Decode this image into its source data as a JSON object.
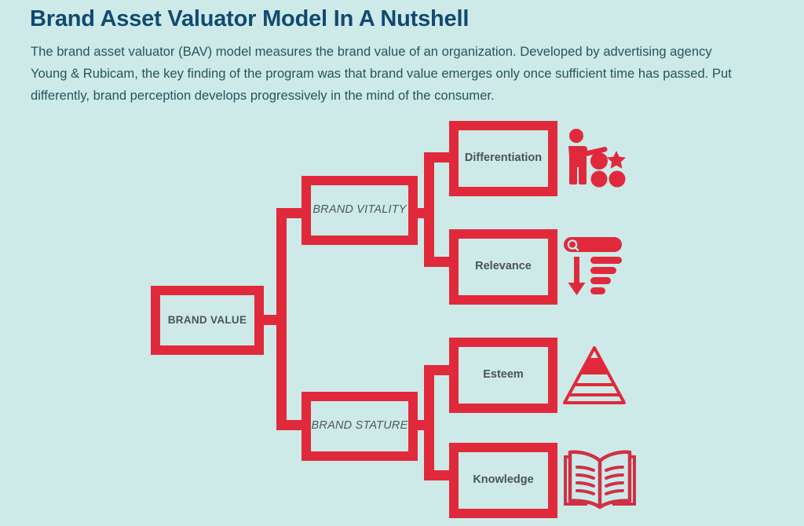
{
  "header": {
    "title": "Brand Asset Valuator Model In A Nutshell",
    "subtitle": "The brand asset valuator (BAV) model measures the brand value of an organization. Developed by advertising agency Young & Rubicam, the key finding of the program was that brand value emerges only once sufficient time has passed. Put differently, brand perception develops progressively in the mind of the consumer."
  },
  "colors": {
    "background": "#cdeae8",
    "title": "#114a72",
    "body_text": "#25555c",
    "accent_red": "#e02a3c",
    "node_label": "#4c5358"
  },
  "diagram": {
    "root": {
      "label": "BRAND VALUE"
    },
    "branches": [
      {
        "label": "BRAND VITALITY"
      },
      {
        "label": "BRAND STATURE"
      }
    ],
    "leaves": [
      {
        "label": "Differentiation",
        "icon": "person-pointing-shapes-icon"
      },
      {
        "label": "Relevance",
        "icon": "search-filter-arrow-icon"
      },
      {
        "label": "Esteem",
        "icon": "pyramid-icon"
      },
      {
        "label": "Knowledge",
        "icon": "open-book-icon"
      }
    ]
  }
}
